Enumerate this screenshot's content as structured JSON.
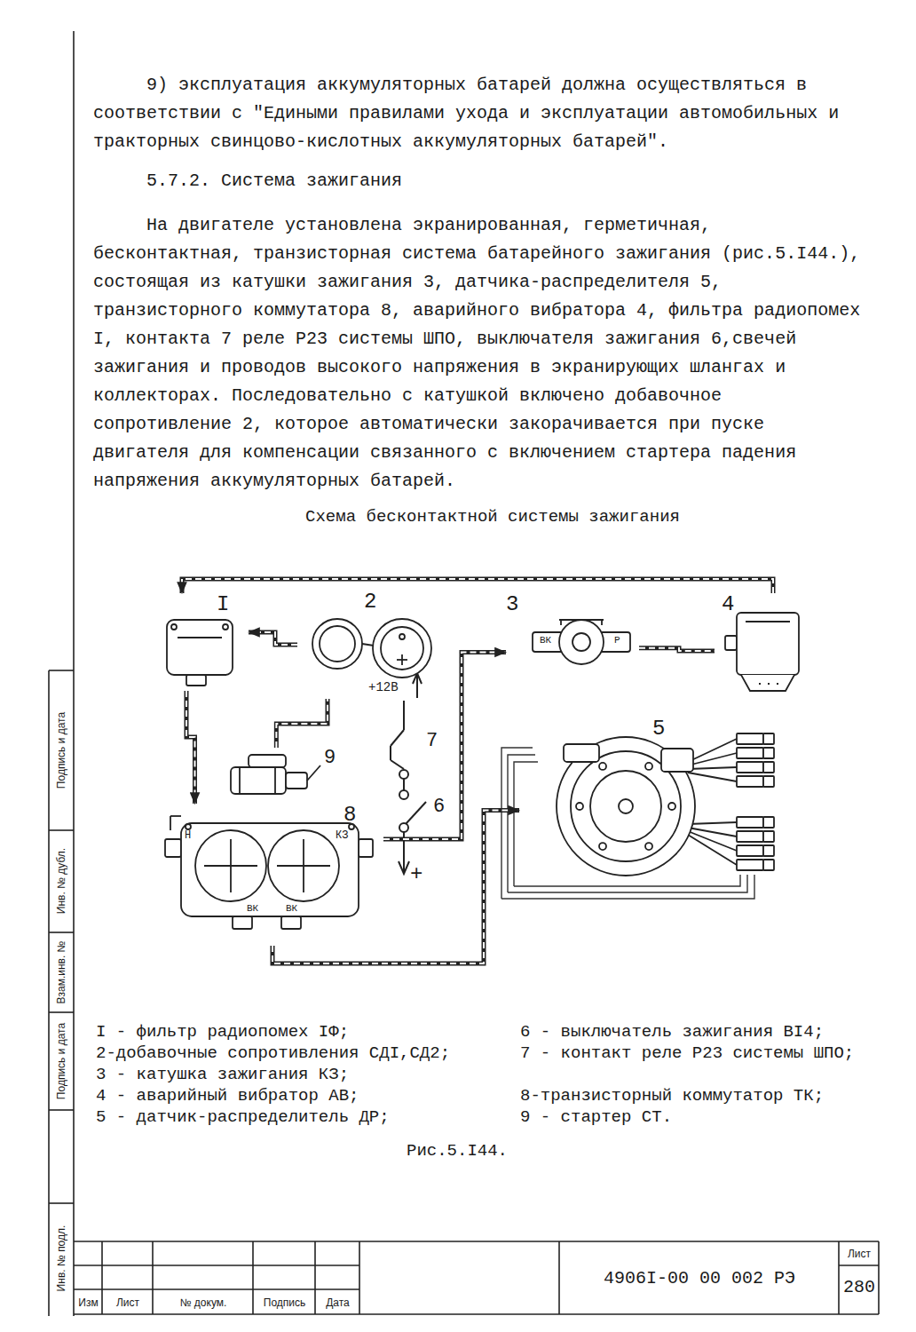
{
  "diagram": {
    "title": "Схема бесконтактной системы зажигания",
    "caption": "Рис.5.I44.",
    "nodes": [
      {
        "text": [
          "I"
        ]
      },
      {
        "text": [
          "2",
          "+12В"
        ]
      },
      {
        "text": [
          "3",
          "ВК",
          "Р"
        ]
      },
      {
        "text": [
          "4"
        ]
      },
      {
        "text": [
          "5"
        ]
      },
      {
        "text": [
          "8",
          "Н",
          "КЗ",
          "ВК",
          "ВК"
        ]
      },
      {
        "text": [
          "9"
        ]
      }
    ],
    "edges": [
      {
        "from": 1,
        "to": 0,
        "arrow": "to"
      },
      {
        "from": 0,
        "to": 5,
        "arrow": "to"
      },
      {
        "from": 5,
        "to": 2,
        "arrow": "to"
      },
      {
        "from": 3,
        "to": 0,
        "arrow": "to"
      },
      {
        "from": 5,
        "to": 4,
        "arrow": "to"
      },
      {
        "from": 6,
        "to": 1,
        "arrow": "none"
      },
      {
        "from": 2,
        "to": 3,
        "arrow": "none"
      }
    ],
    "labels": [
      "9) эксплуатация аккумуляторных батарей должна осуществляться в соответствии с \"Едиными правилами ухода и эксплуатации автомобильных и тракторных свинцово-кислотных аккумуляторных батарей\".",
      "5.7.2. Система зажигания",
      "На двигателе установлена экранированная, герметичная, бесконтактная, транзисторная система батарейного зажигания (рис.5.I44.), состоящая из катушки зажигания 3, датчика-распределителя 5, транзисторного коммутатора 8, аварийного вибратора 4, фильтра радиопомех I, контакта 7 реле Р23 системы ШПО, выключателя зажигания 6,свечей зажигания и проводов высокого напряжения в экранирующих шлангах и коллекторах. Последовательно с катушкой включено добавочное сопротивление 2, которое автоматически закорачивается при пуске двигателя для компенсации связанного с включением стартера падения напряжения аккумуляторных батарей.",
      "7",
      "6",
      "+",
      "I - фильтр радиопомех IФ;",
      "2-добавочные сопротивления СДI,СД2;",
      "3 - катушка зажигания КЗ;",
      "4 - аварийный вибратор АВ;",
      "5 - датчик-распределитель ДР;",
      "6 - выключатель зажигания ВI4;",
      "7 - контакт реле Р23 системы ШПО;",
      "8-транзисторный коммутатор ТК;",
      "9 - стартер СТ.",
      "Подпись и дата",
      "Инв. № дубл.",
      "Взам.инв. №",
      "Подпись и дата",
      "Инв. № подл.",
      "Изм",
      "Лист",
      "№ докум.",
      "Подпись",
      "Дата",
      "4906I-00 00 002 РЭ",
      "Лист",
      "280"
    ]
  }
}
